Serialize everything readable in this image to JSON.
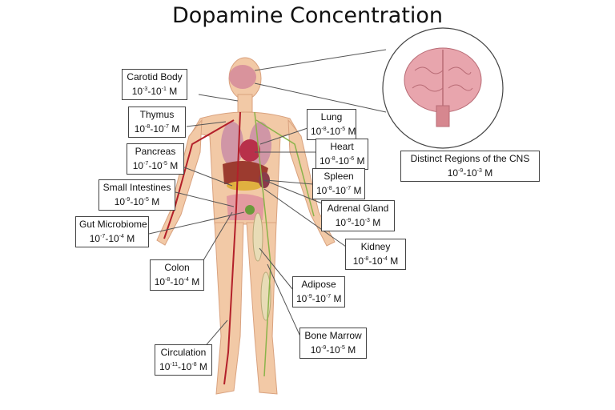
{
  "title": "Dopamine Concentration",
  "labels": [
    {
      "id": "carotid",
      "name": "Carotid Body",
      "value": "10-3-10-1 M"
    },
    {
      "id": "thymus",
      "name": "Thymus",
      "value": "10-8-10-7 M"
    },
    {
      "id": "pancreas",
      "name": "Pancreas",
      "value": "10-7-10-5 M"
    },
    {
      "id": "smallint",
      "name": "Small Intestines",
      "value": "10-9-10-5 M"
    },
    {
      "id": "gut",
      "name": "Gut Microbiome",
      "value": "10-7-10-4 M"
    },
    {
      "id": "colon",
      "name": "Colon",
      "value": "10-8-10-4 M"
    },
    {
      "id": "circ",
      "name": "Circulation",
      "value": "10-11-10-8 M"
    },
    {
      "id": "lung",
      "name": "Lung",
      "value": "10-8-10-5 M"
    },
    {
      "id": "heart",
      "name": "Heart",
      "value": "10-8-10-6 M"
    },
    {
      "id": "spleen",
      "name": "Spleen",
      "value": "10-8-10-7 M"
    },
    {
      "id": "adrenal",
      "name": "Adrenal Gland",
      "value": "10-9-10-3 M"
    },
    {
      "id": "kidney",
      "name": "Kidney",
      "value": "10-8-10-4 M"
    },
    {
      "id": "adipose",
      "name": "Adipose",
      "value": "10-9-10-7 M"
    },
    {
      "id": "marrow",
      "name": "Bone Marrow",
      "value": "10-9-10-5 M"
    },
    {
      "id": "cns",
      "name": "Distinct Regions of the CNS",
      "value": "10-9-10-3 M"
    }
  ],
  "colors": {
    "skin": "#f2c9a6",
    "artery": "#b3202a",
    "nerve": "#8ab34a",
    "organ": "#c2546a",
    "brain": "#e8a5ad"
  }
}
